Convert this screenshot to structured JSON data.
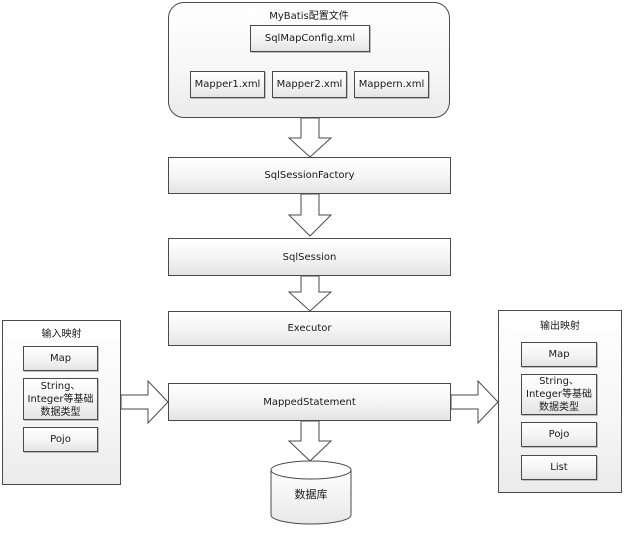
{
  "config": {
    "title": "MyBatis配置文件",
    "main_file": "SqlMapConfig.xml",
    "mappers": [
      "Mapper1.xml",
      "Mapper2.xml",
      "Mappern.xml"
    ]
  },
  "flow": {
    "factory": "SqlSessionFactory",
    "session": "SqlSession",
    "executor": "Executor",
    "mapped_statement": "MappedStatement"
  },
  "input_mapping": {
    "title": "输入映射",
    "items": [
      "Map",
      "String、Integer等基础数据类型",
      "Pojo"
    ]
  },
  "output_mapping": {
    "title": "输出映射",
    "items": [
      "Map",
      "String、Integer等基础数据类型",
      "Pojo",
      "List"
    ]
  },
  "database": {
    "label": "数据库"
  },
  "colors": {
    "border": "#4a4a4a",
    "arrow_fill": "#ffffff",
    "box_gradient_end": "#e4e4e4"
  }
}
